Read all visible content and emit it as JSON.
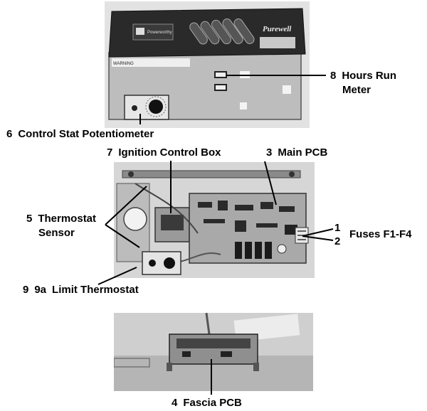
{
  "labels": {
    "hours_run_meter": {
      "number": "8",
      "text": "Hours Run",
      "text2": "Meter"
    },
    "control_stat_potentiometer": {
      "number": "6",
      "text": "Control Stat Potentiometer"
    },
    "ignition_control_box": {
      "number": "7",
      "text": "Ignition Control Box"
    },
    "main_pcb": {
      "number": "3",
      "text": "Main PCB"
    },
    "thermostat_sensor": {
      "number": "5",
      "text": "Thermostat",
      "text2": "Sensor"
    },
    "fuse_1": {
      "number": "1"
    },
    "fuse_2": {
      "number": "2"
    },
    "fuses": {
      "text": "Fuses F1-F4"
    },
    "limit_thermostat": {
      "number": "9",
      "number2": "9a",
      "text": "Limit Thermostat"
    },
    "fascia_pcb": {
      "number": "4",
      "text": "Fascia PCB"
    }
  },
  "device_text": {
    "brand_left": "Powerworthy",
    "brand_right": "Purewell",
    "warning": "WARNING"
  }
}
